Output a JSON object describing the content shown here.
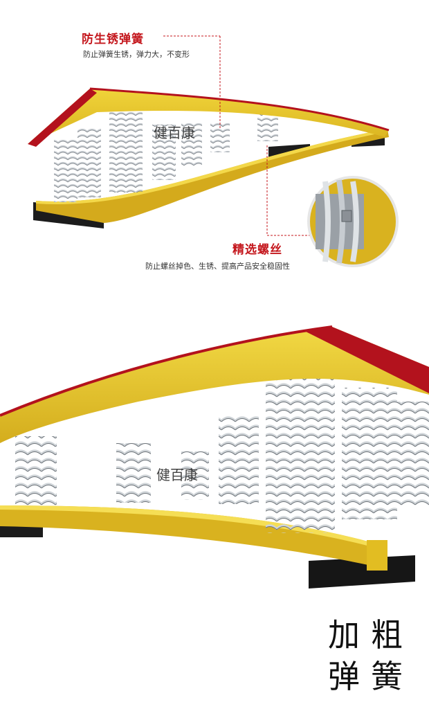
{
  "callouts": {
    "rust": {
      "title": "防生锈弹簧",
      "description": "防止弹簧生锈，弹力大，不变形"
    },
    "screw": {
      "title": "精选螺丝",
      "description": "防止螺丝掉色、生锈、提高产品安全稳固性"
    }
  },
  "watermark": "健百康",
  "slogan": {
    "line1": [
      "加",
      "粗"
    ],
    "line2": [
      "弹",
      "簧"
    ]
  },
  "colors": {
    "accent_red": "#c4171d",
    "board_yellow": "#e8c72a",
    "felt_red": "#b3121d",
    "spring_steel": "#a8adb3"
  }
}
